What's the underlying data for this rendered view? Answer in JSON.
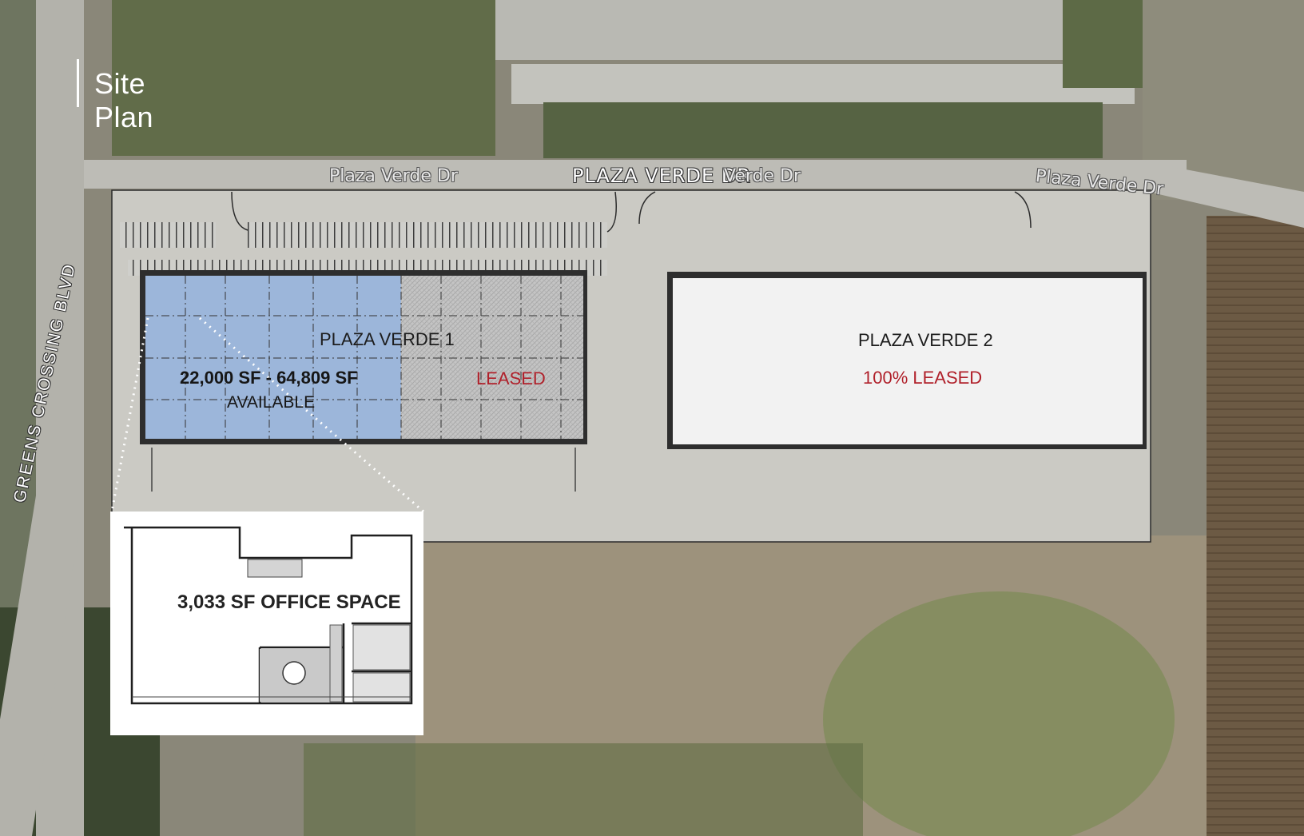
{
  "title": "Site Plan",
  "roads": {
    "plaza_verde_dr_main": "PLAZA VERDE DR",
    "plaza_verde_dr_left": "Plaza Verde Dr",
    "plaza_verde_dr_mid": "Verde Dr",
    "plaza_verde_dr_right": "Plaza Verde Dr",
    "greens_crossing": "GREENS CROSSING BLVD"
  },
  "buildings": {
    "pv1": {
      "name": "PLAZA VERDE 1",
      "available_sf": "22,000 SF - 64,809 SF",
      "available_label": "AVAILABLE",
      "leased_label": "LEASED"
    },
    "pv2": {
      "name": "PLAZA VERDE 2",
      "leased_label": "100% LEASED"
    }
  },
  "office_inset": {
    "label": "3,033 SF OFFICE SPACE"
  },
  "colors": {
    "available_fill": "#9cb6da",
    "leased_fill": "#c6c6c6",
    "leased_text": "#b0202a",
    "pv2_roof": "#f2f2f2",
    "field_green": "#6f7c56"
  }
}
